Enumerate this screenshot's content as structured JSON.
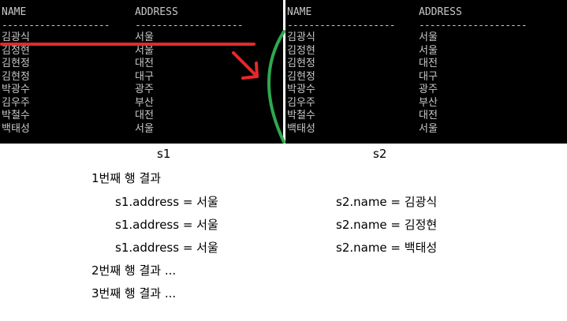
{
  "s1": {
    "columns": [
      "NAME",
      "ADDRESS"
    ],
    "separator": "--------------------",
    "rows": [
      [
        "김광식",
        "서울"
      ],
      [
        "김정현",
        "서울"
      ],
      [
        "김현정",
        "대전"
      ],
      [
        "김현정",
        "대구"
      ],
      [
        "박광수",
        "광주"
      ],
      [
        "김우주",
        "부산"
      ],
      [
        "박철수",
        "대전"
      ],
      [
        "백태성",
        "서울"
      ]
    ],
    "caption": "s1"
  },
  "s2": {
    "columns": [
      "NAME",
      "ADDRESS"
    ],
    "separator": "--------------------",
    "rows": [
      [
        "김광식",
        "서울"
      ],
      [
        "김정현",
        "서울"
      ],
      [
        "김현정",
        "대전"
      ],
      [
        "김현정",
        "대구"
      ],
      [
        "박광수",
        "광주"
      ],
      [
        "김우주",
        "부산"
      ],
      [
        "박철수",
        "대전"
      ],
      [
        "백태성",
        "서울"
      ]
    ],
    "caption": "s2"
  },
  "explanation": {
    "row1_title": "1번째 행 결과",
    "lines": [
      {
        "left": "s1.address = 서울",
        "right": "s2.name = 김광식"
      },
      {
        "left": "s1.address = 서울",
        "right": "s2.name = 김정현"
      },
      {
        "left": "s1.address = 서울",
        "right": "s2.name = 백태성"
      }
    ],
    "row2_title": "2번째 행 결과 ...",
    "row3_title": "3번째 행 결과 ..."
  },
  "colors": {
    "console_bg": "#000000",
    "console_text": "#c8c8c8",
    "highlight_line": "#e8282b",
    "arrow": "#e8282b",
    "bracket": "#2fa84f"
  }
}
